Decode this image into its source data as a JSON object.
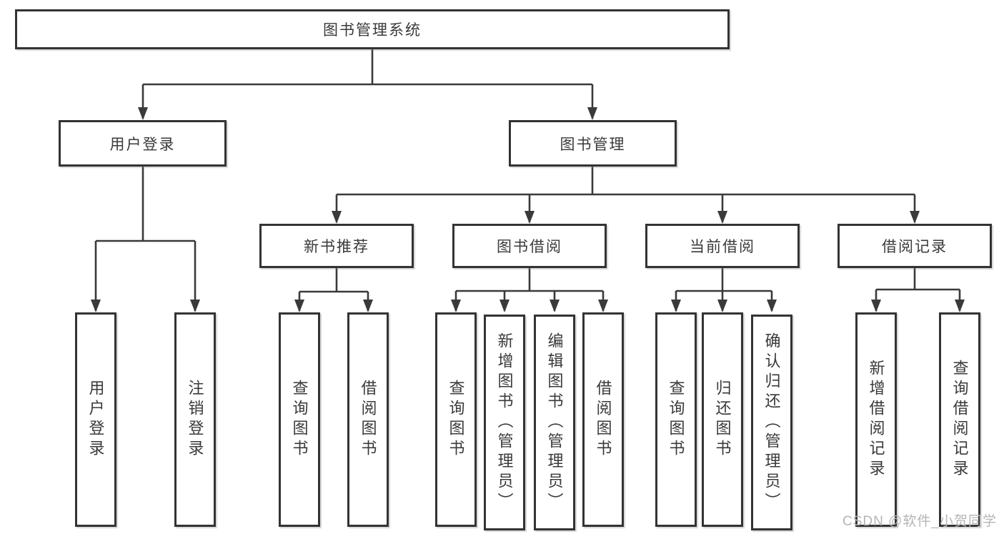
{
  "tree": {
    "root": {
      "label": "图书管理系统"
    },
    "user_branch": {
      "label": "用户登录",
      "children": [
        {
          "label": "用户登录"
        },
        {
          "label": "注销登录"
        }
      ]
    },
    "book_branch": {
      "label": "图书管理",
      "groups": [
        {
          "label": "新书推荐",
          "children": [
            {
              "label": "查询图书"
            },
            {
              "label": "借阅图书"
            }
          ]
        },
        {
          "label": "图书借阅",
          "children": [
            {
              "label": "查询图书"
            },
            {
              "label": "新增图书（管理员）"
            },
            {
              "label": "编辑图书（管理员）"
            },
            {
              "label": "借阅图书"
            }
          ]
        },
        {
          "label": "当前借阅",
          "children": [
            {
              "label": "查询图书"
            },
            {
              "label": "归还图书"
            },
            {
              "label": "确认归还（管理员）"
            }
          ]
        },
        {
          "label": "借阅记录",
          "children": [
            {
              "label": "新增借阅记录"
            },
            {
              "label": "查询借阅记录"
            }
          ]
        }
      ]
    }
  },
  "watermark": {
    "text": "CSDN @软件_小贺同学"
  },
  "colors": {
    "line": "#3a3a3a",
    "text": "#3a3a3a",
    "border": "#333333",
    "background": "#ffffff",
    "watermark": "#b5b5b5"
  }
}
